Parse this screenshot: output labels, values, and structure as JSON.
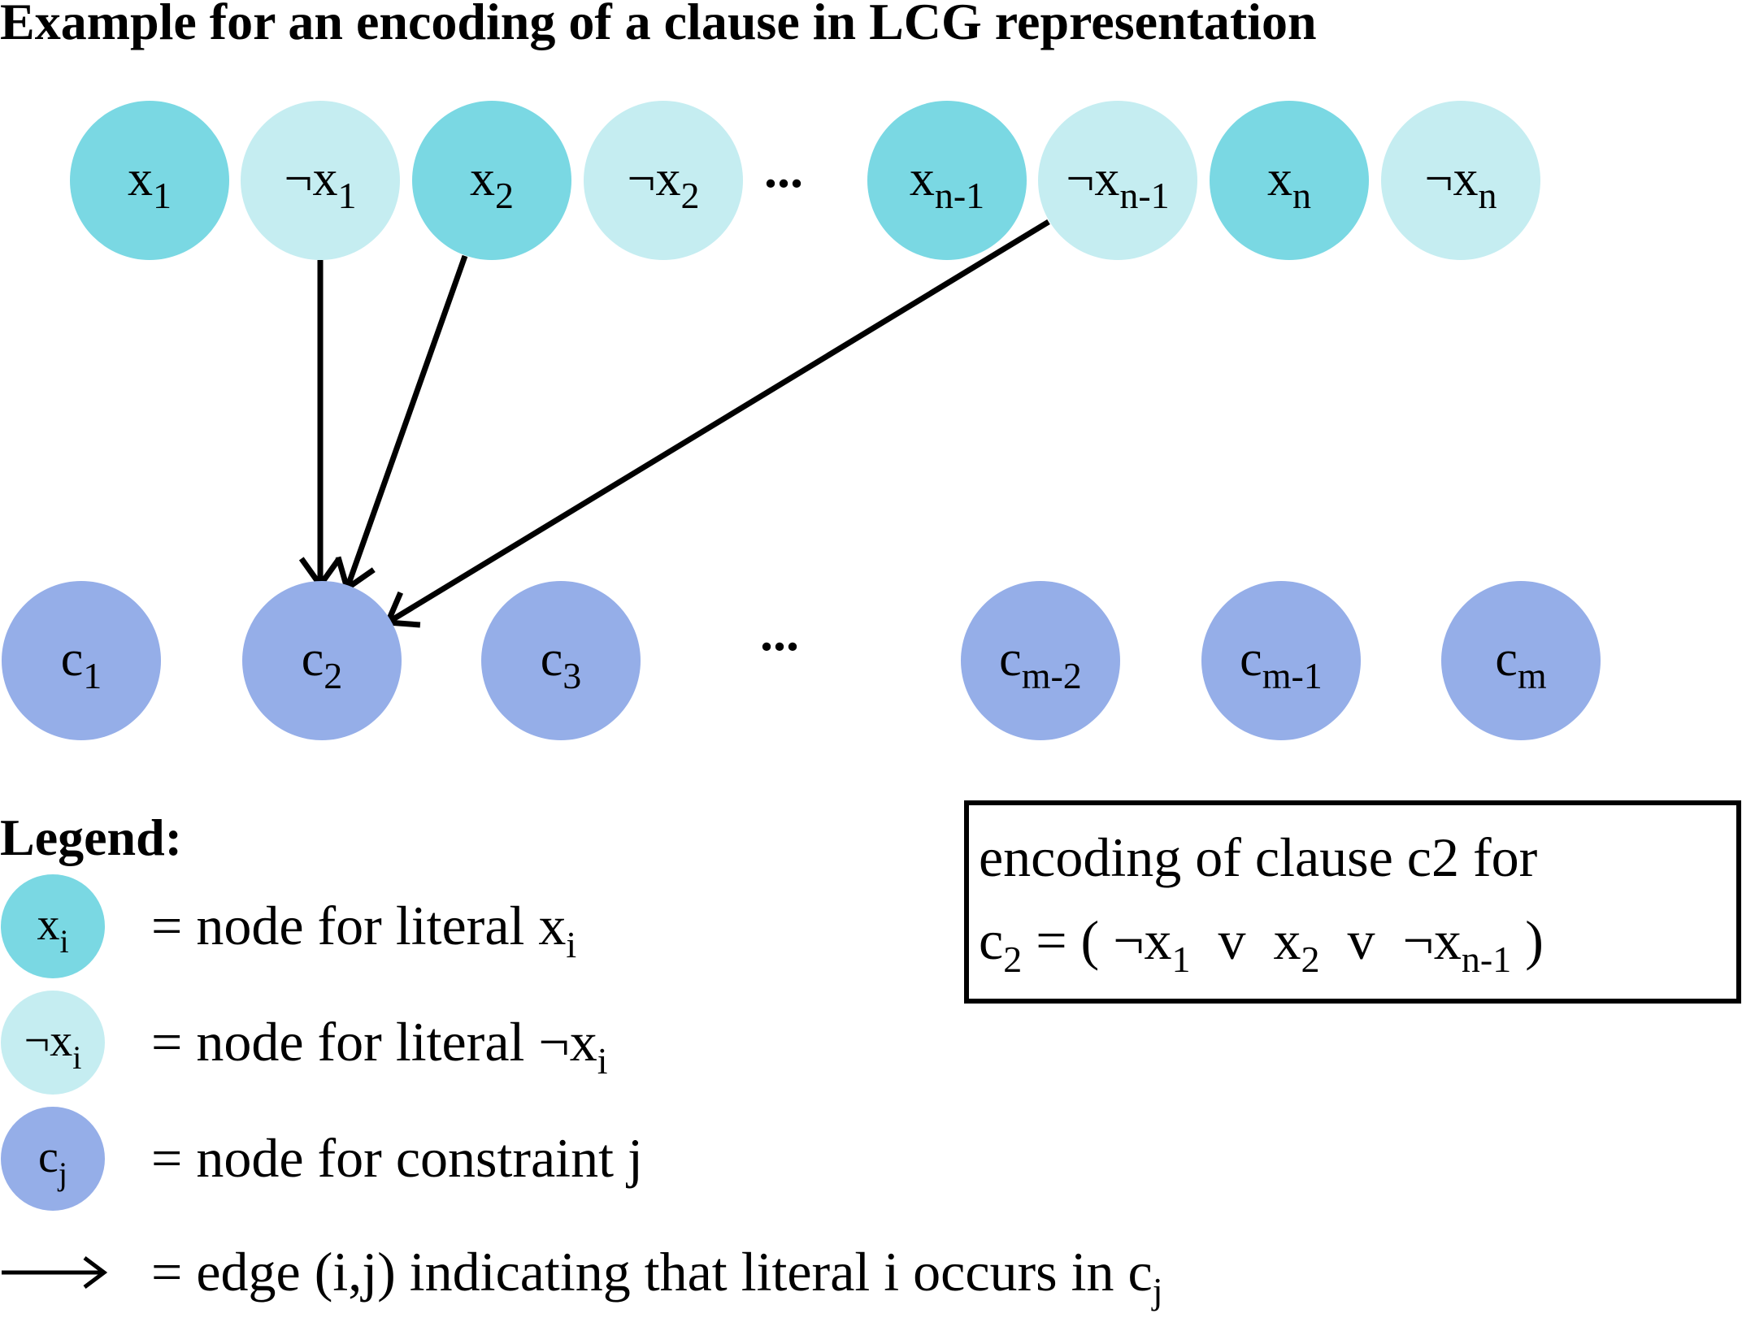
{
  "title": "Example for an encoding of a clause in  LCG representation",
  "colors": {
    "literal_positive": "#7AD8E3",
    "literal_negative": "#C5EDF1",
    "constraint": "#95AEE8",
    "edge": "#000000"
  },
  "literal_nodes": [
    {
      "id": "x1",
      "neg": "",
      "base": "x",
      "sub": "1",
      "kind": "positive"
    },
    {
      "id": "nx1",
      "neg": "¬",
      "base": "x",
      "sub": "1",
      "kind": "negative"
    },
    {
      "id": "x2",
      "neg": "",
      "base": "x",
      "sub": "2",
      "kind": "positive"
    },
    {
      "id": "nx2",
      "neg": "¬",
      "base": "x",
      "sub": "2",
      "kind": "negative"
    },
    {
      "id": "xn1",
      "neg": "",
      "base": "x",
      "sub": "n-1",
      "kind": "positive"
    },
    {
      "id": "nxn1",
      "neg": "¬",
      "base": "x",
      "sub": "n-1",
      "kind": "negative"
    },
    {
      "id": "xn",
      "neg": "",
      "base": "x",
      "sub": "n",
      "kind": "positive"
    },
    {
      "id": "nxn",
      "neg": "¬",
      "base": "x",
      "sub": "n",
      "kind": "negative"
    }
  ],
  "literal_ellipsis": "...",
  "constraint_nodes": [
    {
      "id": "c1",
      "base": "c",
      "sub": "1"
    },
    {
      "id": "c2",
      "base": "c",
      "sub": "2"
    },
    {
      "id": "c3",
      "base": "c",
      "sub": "3"
    },
    {
      "id": "cm2",
      "base": "c",
      "sub": "m-2"
    },
    {
      "id": "cm1",
      "base": "c",
      "sub": "m-1"
    },
    {
      "id": "cm",
      "base": "c",
      "sub": "m"
    }
  ],
  "constraint_ellipsis": "...",
  "edges": [
    {
      "from": "nx1",
      "to": "c2"
    },
    {
      "from": "x2",
      "to": "c2"
    },
    {
      "from": "nxn1",
      "to": "c2"
    }
  ],
  "encoding_box": {
    "line1": "encoding of clause c2 for",
    "line2": {
      "lhs_base": "c",
      "lhs_sub": "2",
      "eq_open": " = ( ",
      "t1_neg": "¬",
      "t1_base": "x",
      "t1_sub": "1",
      "or1": "  v  ",
      "t2_base": "x",
      "t2_sub": "2",
      "or2": "  v  ",
      "t3_neg": "¬",
      "t3_base": "x",
      "t3_sub": "n-1",
      "close": " )"
    }
  },
  "legend": {
    "title": "Legend:",
    "items": [
      {
        "icon_neg": "",
        "icon_base": "x",
        "icon_sub": "i",
        "text": "= node for literal ",
        "text_neg": "",
        "text_base": "x",
        "text_sub": "i"
      },
      {
        "icon_neg": "¬",
        "icon_base": "x",
        "icon_sub": "i",
        "text": "= node for literal ",
        "text_neg": "¬",
        "text_base": "x",
        "text_sub": "i"
      },
      {
        "icon_neg": "",
        "icon_base": "c",
        "icon_sub": "j",
        "text": "= node for constraint j",
        "text_neg": "",
        "text_base": "",
        "text_sub": ""
      },
      {
        "text": "= edge (i,j) indicating that literal i occurs in ",
        "text_base": "c",
        "text_sub": "j"
      }
    ]
  }
}
